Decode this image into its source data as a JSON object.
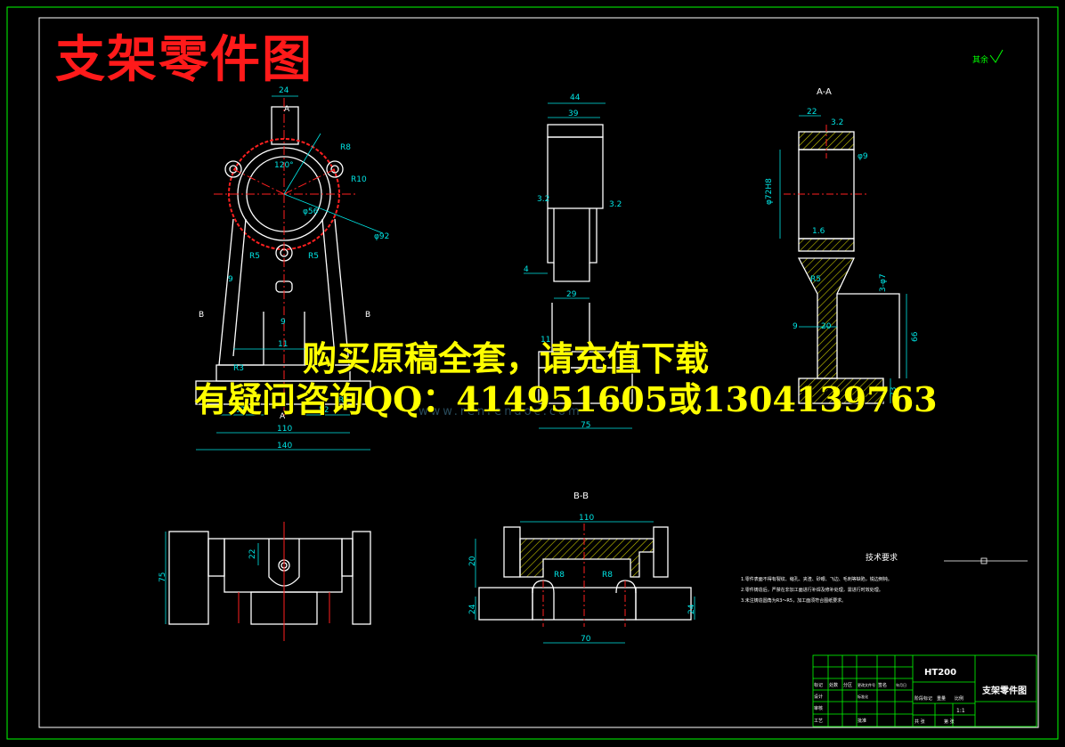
{
  "page_title": "支架零件图",
  "banner": {
    "line1": "购买原稿全套，请充值下载",
    "line2": "有疑问咨询QQ：414951605或1304139763"
  },
  "watermark": "www.renrendoc.com",
  "roughness_note": "其余",
  "views": {
    "section_aa": "A-A",
    "section_bb": "B-B",
    "cut_a": "A",
    "cut_b": "B"
  },
  "dims": {
    "front": {
      "d24": "24",
      "angle120": "120°",
      "d110": "110",
      "d140": "140",
      "d52a": "52",
      "d52b": "52",
      "d11": "11",
      "d9a": "9",
      "d9b": "9",
      "r8": "R8",
      "r10": "R10",
      "r5a": "R5",
      "r5b": "R5",
      "r3a": "R3",
      "r3b": "R3",
      "phi92": "φ92",
      "phi56": "φ56"
    },
    "side": {
      "d44": "44",
      "d39": "39",
      "d29": "29",
      "d4": "4",
      "d75": "75",
      "d11": "11",
      "ra32": "3.2",
      "ra32b": "3.2"
    },
    "aa": {
      "d22": "22",
      "phi9": "φ9",
      "phi72": "φ72H8",
      "ra16": "1.6",
      "ra32": "3.2",
      "d3phi7": "3-φ7",
      "r5": "R5",
      "d9": "9",
      "d20": "20",
      "d66": "66",
      "d23": "23"
    },
    "top": {
      "d75": "75",
      "d22": "22"
    },
    "bb": {
      "d110": "110",
      "d70": "70",
      "d20": "20",
      "d24a": "24",
      "d24b": "24",
      "r8a": "R8",
      "r8b": "R8"
    }
  },
  "notes": {
    "heading": "技术要求",
    "items": [
      "1.零件表面不得有裂纹、缩孔、夹渣、砂眼、飞边、毛刺等缺陷，锐边倒钝。",
      "2.零件铸造后，严禁在非加工面进行补焊及修补处理，需进行时效处理。",
      "3.未注铸造圆角为R3～R5，加工面须符合图纸要求。"
    ]
  },
  "title_block": {
    "material": "HT200",
    "part_name": "支架零件图",
    "labels": [
      "标记",
      "处数",
      "分区",
      "更改文件号",
      "签名",
      "年月日",
      "设计",
      "标准化",
      "审核",
      "工艺",
      "批准",
      "阶段标记",
      "重量",
      "比例",
      "共 张",
      "第 张"
    ],
    "scale": "1:1"
  },
  "colors": {
    "background": "#000000",
    "outline": "#ffffff",
    "dimension": "#00ffff",
    "center": "#ff0000",
    "hatch": "#c8c800",
    "border": "#00ff00",
    "title_overlay": "#ff1a1a",
    "banner": "#ffff00"
  }
}
